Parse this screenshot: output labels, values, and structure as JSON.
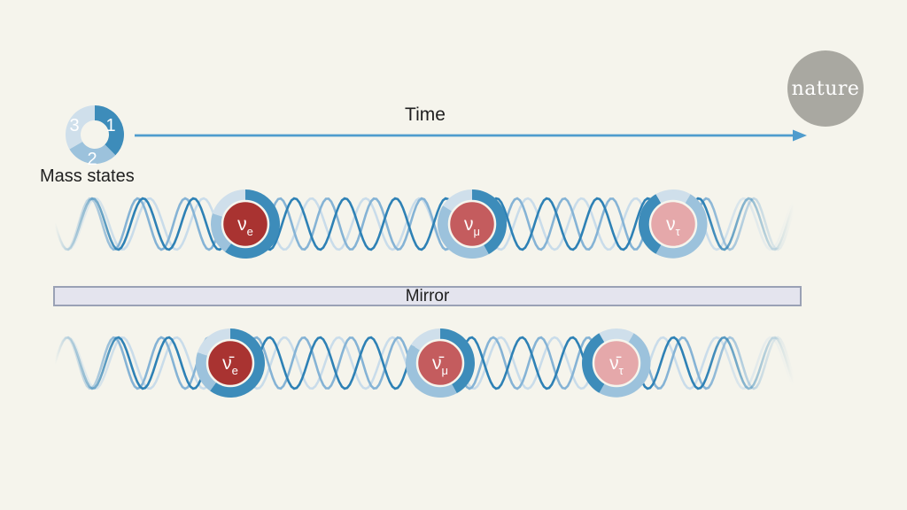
{
  "colors": {
    "bg": "#f5f4ec",
    "text": "#1f1f1f",
    "arrow": "#4f9ccd",
    "state1": "#3d8cba",
    "state2": "#9cc2dc",
    "state3": "#cfdfeb",
    "wave1": "#2e81b5",
    "wave2": "#85b3d5",
    "wave3": "#c9dcea",
    "core_e": "#a93331",
    "core_mu": "#c45c5e",
    "core_tau": "#e5a8aa",
    "mirror_fill": "#e4e4ee",
    "mirror_border": "#9aa1b5",
    "logo_bg": "#a9a8a1"
  },
  "branding": {
    "logo_text": "nature"
  },
  "timeline": {
    "label": "Time"
  },
  "mirror": {
    "label": "Mirror"
  },
  "legend": {
    "title": "Mass states",
    "ring": {
      "start": 0,
      "segments": [
        {
          "state": "1",
          "frac": 0.375
        },
        {
          "state": "2",
          "frac": 0.292
        },
        {
          "state": "3",
          "frac": 0.333
        }
      ]
    },
    "segments": [
      {
        "label": "1"
      },
      {
        "label": "2"
      },
      {
        "label": "3"
      }
    ]
  },
  "rows": [
    {
      "name": "neutrinos",
      "particles": [
        {
          "symbol": "ν",
          "sub": "e",
          "ring": {
            "start": 0,
            "segments": [
              {
                "state": "1",
                "frac": 0.6
              },
              {
                "state": "2",
                "frac": 0.2
              },
              {
                "state": "3",
                "frac": 0.2
              }
            ]
          }
        },
        {
          "symbol": "ν",
          "sub": "μ",
          "ring": {
            "start": 0,
            "segments": [
              {
                "state": "1",
                "frac": 0.42
              },
              {
                "state": "2",
                "frac": 0.42
              },
              {
                "state": "3",
                "frac": 0.16
              }
            ]
          }
        },
        {
          "symbol": "ν",
          "sub": "τ",
          "ring": {
            "start": 30,
            "segments": [
              {
                "state": "2",
                "frac": 0.5
              },
              {
                "state": "1",
                "frac": 0.333
              },
              {
                "state": "3",
                "frac": 0.167
              }
            ]
          }
        }
      ]
    },
    {
      "name": "antineutrinos",
      "particles": [
        {
          "symbol": "ν̄",
          "sub": "e",
          "ring": {
            "start": 0,
            "segments": [
              {
                "state": "1",
                "frac": 0.6
              },
              {
                "state": "2",
                "frac": 0.2
              },
              {
                "state": "3",
                "frac": 0.2
              }
            ]
          }
        },
        {
          "symbol": "ν̄",
          "sub": "μ",
          "ring": {
            "start": 0,
            "segments": [
              {
                "state": "1",
                "frac": 0.42
              },
              {
                "state": "2",
                "frac": 0.42
              },
              {
                "state": "3",
                "frac": 0.16
              }
            ]
          }
        },
        {
          "symbol": "ν̄",
          "sub": "τ",
          "ring": {
            "start": 30,
            "segments": [
              {
                "state": "2",
                "frac": 0.5
              },
              {
                "state": "1",
                "frac": 0.333
              },
              {
                "state": "3",
                "frac": 0.167
              }
            ]
          }
        }
      ]
    }
  ]
}
